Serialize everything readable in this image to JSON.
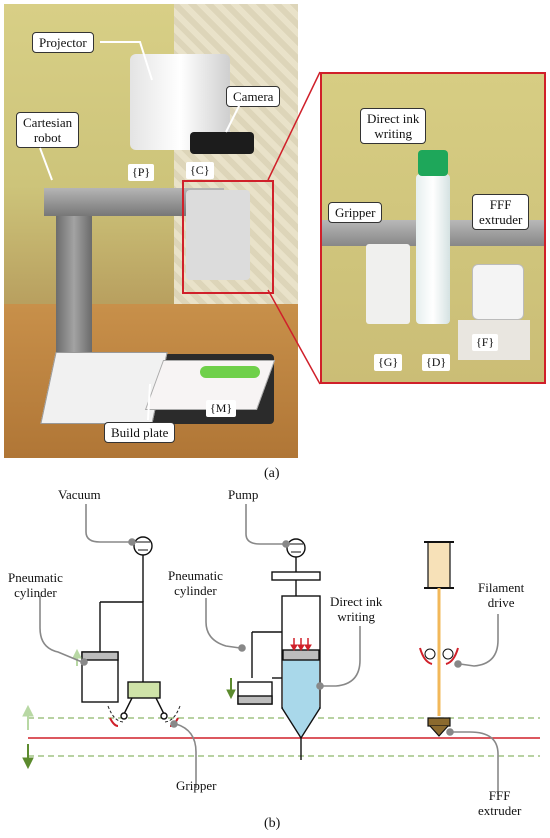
{
  "panel_a": {
    "caption": "(a)",
    "labels": {
      "projector": "Projector",
      "camera": "Camera",
      "cartesian_robot": "Cartesian\nrobot",
      "build_plate": "Build plate",
      "direct_ink_writing": "Direct ink\nwriting",
      "gripper": "Gripper",
      "fff_extruder": "FFF\nextruder"
    },
    "frames": {
      "p": "{P}",
      "c": "{C}",
      "m": "{M}",
      "g": "{G}",
      "d": "{D}",
      "f": "{F}"
    },
    "colors": {
      "highlight": "#d0202a",
      "wall": "#cfc77a",
      "frame": "#8a8a8a",
      "table": "#d9a35a"
    }
  },
  "panel_b": {
    "caption": "(b)",
    "labels": {
      "vacuum": "Vacuum",
      "pump": "Pump",
      "pneumatic_cylinder_1": "Pneumatic\ncylinder",
      "pneumatic_cylinder_2": "Pneumatic\ncylinder",
      "direct_ink_writing": "Direct ink\nwriting",
      "filament_drive": "Filament\ndrive",
      "gripper": "Gripper",
      "fff_extruder": "FFF\nextruder"
    },
    "colors": {
      "ink": "#a9d8ea",
      "gripper": "#cfe3a8",
      "filament": "#f2b85a",
      "guide": "#8db86b",
      "baseline": "#d0202a"
    }
  }
}
